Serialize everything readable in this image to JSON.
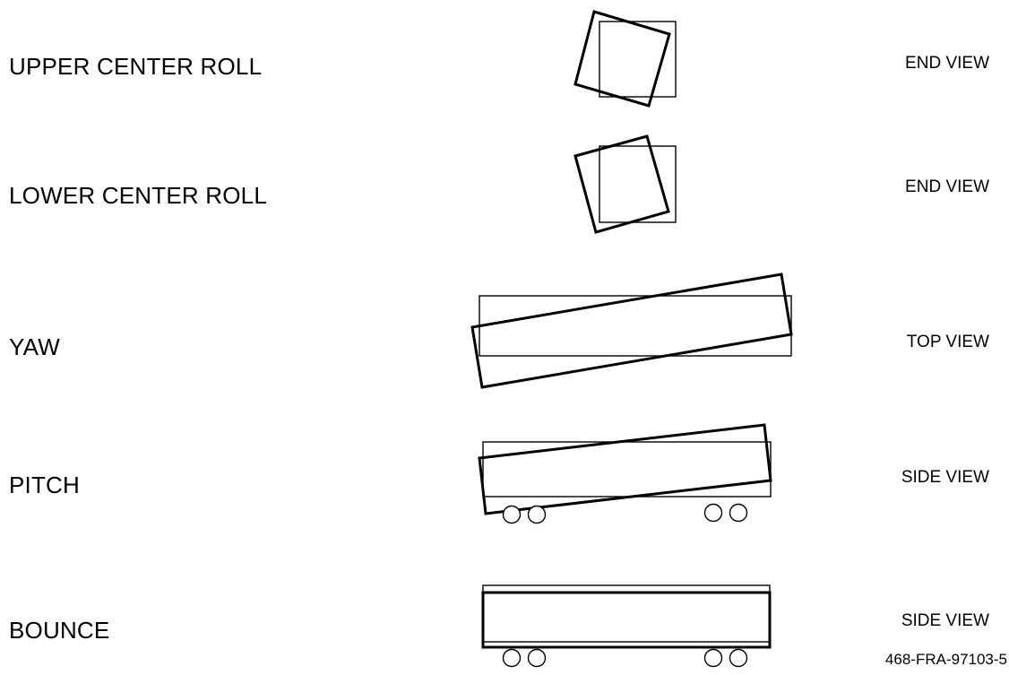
{
  "rows": [
    {
      "motion": "UPPER CENTER ROLL",
      "view": "END VIEW"
    },
    {
      "motion": "LOWER CENTER ROLL",
      "view": "END VIEW"
    },
    {
      "motion": "YAW",
      "view": "TOP VIEW"
    },
    {
      "motion": "PITCH",
      "view": "SIDE VIEW"
    },
    {
      "motion": "BOUNCE",
      "view": "SIDE VIEW"
    }
  ],
  "figure_id": "468-FRA-97103-5",
  "colors": {
    "line": "#000000",
    "background": "#ffffff"
  }
}
